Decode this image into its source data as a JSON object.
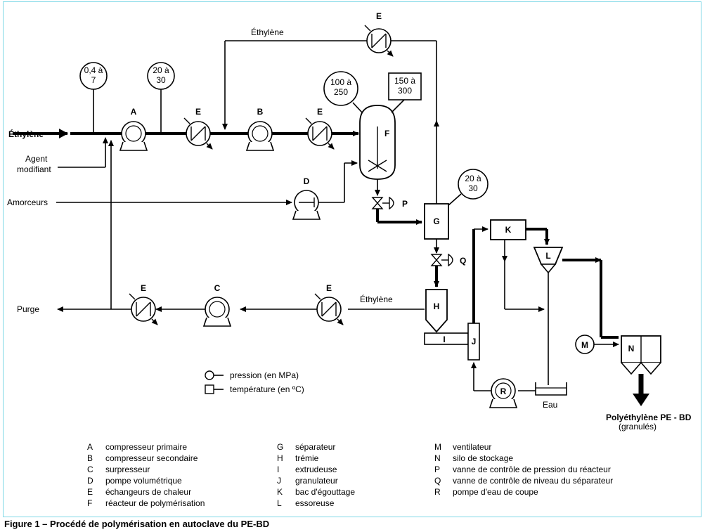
{
  "caption": "Figure 1 – Procédé de polymérisation en autoclave du PE-BD",
  "streams": {
    "ethylene_in": "Éthylène",
    "agent_1": "Agent",
    "agent_2": "modifiant",
    "amorceurs": "Amorceurs",
    "purge": "Purge",
    "ethylene_recycle_top": "Éthylène",
    "ethylene_recycle_low": "Éthylène",
    "eau": "Eau",
    "product_1": "Polyéthylène  PE - BD",
    "product_2": "(granulés)"
  },
  "gauges": {
    "p1_a": "0,4 à",
    "p1_b": "7",
    "p2_a": "20 à",
    "p2_b": "30",
    "p3_a": "100 à",
    "p3_b": "250",
    "t1_a": "150 à",
    "t1_b": "300",
    "p4_a": "20 à",
    "p4_b": "30"
  },
  "equipment_tags": {
    "A": "A",
    "B": "B",
    "C": "C",
    "D": "D",
    "E1": "E",
    "E2": "E",
    "E3": "E",
    "E4": "E",
    "E5": "E",
    "F": "F",
    "G": "G",
    "H": "H",
    "I": "I",
    "J": "J",
    "K": "K",
    "L": "L",
    "M": "M",
    "N": "N",
    "P": "P",
    "Q": "Q",
    "R": "R"
  },
  "symbols_legend": [
    {
      "text": "pression (en MPa)"
    },
    {
      "text": "température (en ºC)"
    }
  ],
  "legend": [
    {
      "key": "A",
      "text": "compresseur primaire"
    },
    {
      "key": "B",
      "text": "compresseur secondaire"
    },
    {
      "key": "C",
      "text": "surpresseur"
    },
    {
      "key": "D",
      "text": "pompe volumétrique"
    },
    {
      "key": "E",
      "text": "échangeurs de chaleur"
    },
    {
      "key": "F",
      "text": "réacteur de polymérisation"
    },
    {
      "key": "G",
      "text": "séparateur"
    },
    {
      "key": "H",
      "text": "trémie"
    },
    {
      "key": "I",
      "text": "extrudeuse"
    },
    {
      "key": "J",
      "text": "granulateur"
    },
    {
      "key": "K",
      "text": "bac d'égouttage"
    },
    {
      "key": "L",
      "text": "essoreuse"
    },
    {
      "key": "M",
      "text": "ventilateur"
    },
    {
      "key": "N",
      "text": "silo de stockage"
    },
    {
      "key": "P",
      "text": "vanne de contrôle de pression du réacteur"
    },
    {
      "key": "Q",
      "text": "vanne de contrôle de niveau du séparateur"
    },
    {
      "key": "R",
      "text": "pompe d'eau de coupe"
    }
  ]
}
